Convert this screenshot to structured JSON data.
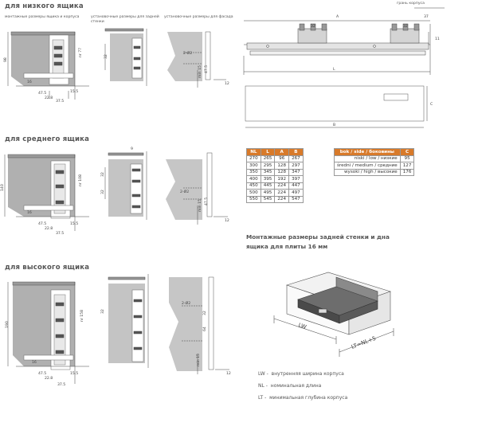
{
  "headings": {
    "low": "для низкого ящика",
    "mid": "для среднего ящика",
    "high": "для высокого ящика"
  },
  "captions": {
    "c1": "монтажные размеры ящика и корпуса",
    "c2": "установочные размеры для задней стенки",
    "c3": "установочные размеры для фасада"
  },
  "top_label": "грань корпуса",
  "dims": {
    "low_h": "98",
    "low_side": "nr 77",
    "low_a": "16",
    "low_b": "47.5",
    "low_c": "22.8",
    "low_d": "37.5",
    "low_e": "15.5",
    "low_back": "32",
    "low_front_a": "2-Ø2",
    "low_front_b": "47.5",
    "low_front_c": "min 15",
    "low_front_d": "12",
    "mid_h": "140",
    "mid_side": "nr 108",
    "mid_a": "16",
    "mid_b": "47.5",
    "mid_c": "22.8",
    "mid_d": "37.5",
    "mid_e": "15.5",
    "mid_back_a": "32",
    "mid_back_b": "32",
    "mid_front_a": "2-Ø2",
    "mid_front_b": "47.5",
    "mid_front_c": "min 15",
    "mid_front_d": "12",
    "mid_top": "9",
    "high_h": "190",
    "high_side": "nr 158",
    "high_a": "16",
    "high_b": "47.5",
    "high_c": "22.8",
    "high_d": "37.5",
    "high_e": "15.5",
    "high_back": "32",
    "high_front_a": "2-Ø2",
    "high_front_b": "32",
    "high_front_c": "64",
    "high_front_d": "min 15",
    "high_front_e": "12",
    "runner_a": "A",
    "runner_37": "37",
    "runner_32a": "32",
    "runner_32b": "32",
    "runner_11": "11",
    "runner_L": "L",
    "runner_C": "C",
    "runner_B": "B"
  },
  "table1": {
    "headers": [
      "NL",
      "L",
      "A",
      "B"
    ],
    "rows": [
      [
        "270",
        "265",
        "96",
        "267"
      ],
      [
        "300",
        "295",
        "128",
        "297"
      ],
      [
        "350",
        "345",
        "128",
        "347"
      ],
      [
        "400",
        "395",
        "192",
        "397"
      ],
      [
        "450",
        "445",
        "224",
        "447"
      ],
      [
        "500",
        "495",
        "224",
        "497"
      ],
      [
        "550",
        "545",
        "224",
        "547"
      ]
    ]
  },
  "table2": {
    "headers": [
      "bok / side / боковины",
      "C"
    ],
    "rows": [
      [
        "niski / low / низкие",
        "95"
      ],
      [
        "średni / medium / средние",
        "127"
      ],
      [
        "wysoki / high / высокие",
        "176"
      ]
    ]
  },
  "section2": {
    "title_l1": "Монтажные размеры задней стенки и дна",
    "title_l2": "ящика для плиты 16 мм"
  },
  "iso": {
    "lw": "LW",
    "lt": "LT=NL+5"
  },
  "legend": [
    {
      "abbr": "LW",
      "dash": "-",
      "text": "внутренняя ширина корпуса"
    },
    {
      "abbr": "NL",
      "dash": "-",
      "text": "номинальная длина"
    },
    {
      "abbr": "LT",
      "dash": "-",
      "text": "минимальная глубина корпуса"
    }
  ]
}
